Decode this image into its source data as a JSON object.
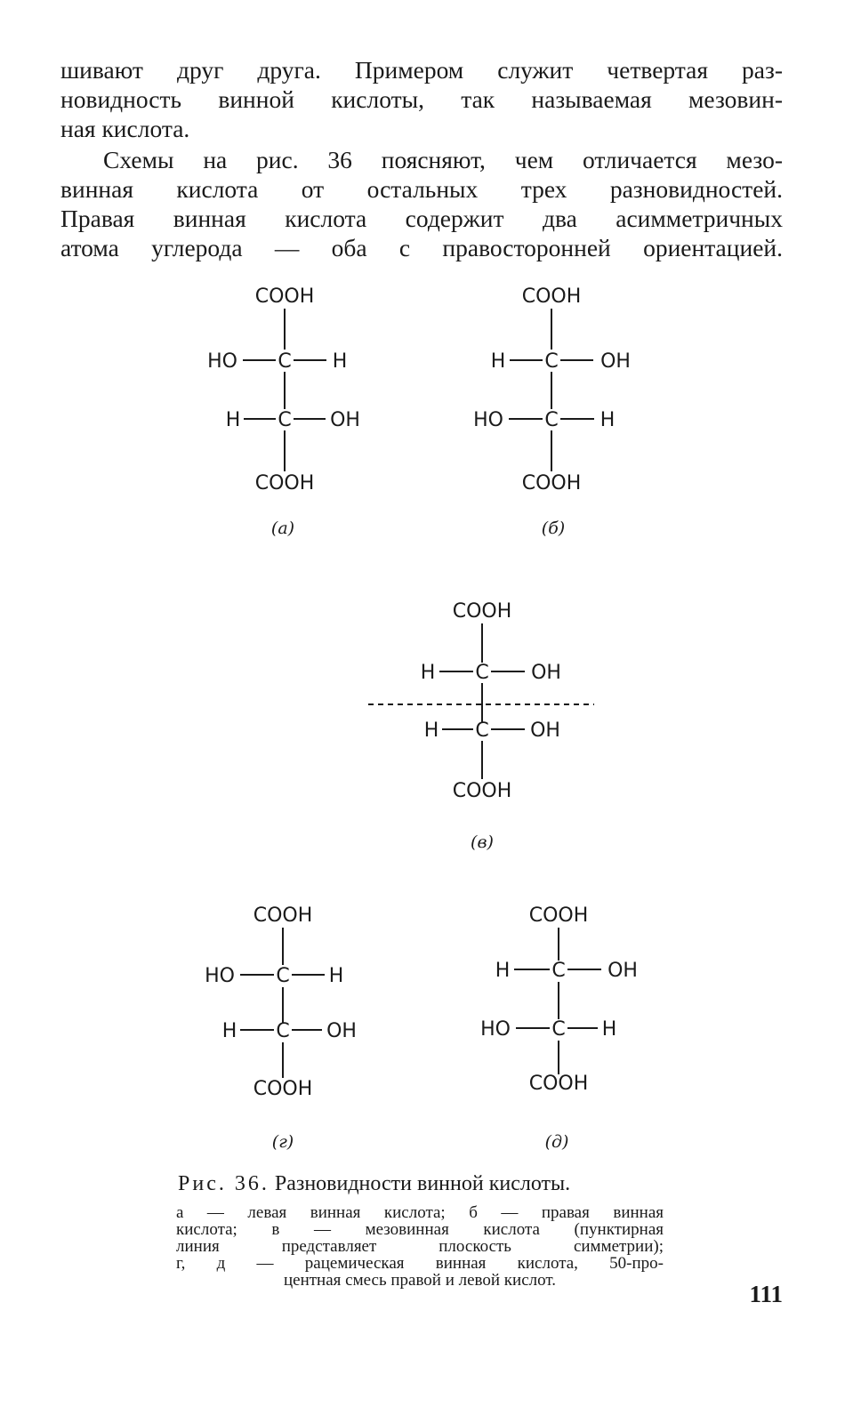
{
  "paragraph1": {
    "lines": [
      "шивают друг друга. Примером служит четвертая раз-",
      "новидность винной кислоты, так называемая мезовин-",
      "ная кислота."
    ]
  },
  "paragraph2": {
    "lines": [
      "Схемы на рис. 36 поясняют, чем отличается мезо-",
      "винная кислота от остальных трех разновидностей.",
      "Правая винная кислота содержит два асимметричных",
      "атома углерода — оба с правосторонней ориентацией."
    ]
  },
  "structures": [
    {
      "top": "COOH",
      "row1": [
        "HO",
        "C",
        "H"
      ],
      "row2": [
        "H",
        "C",
        "OH"
      ],
      "bottom": "COOH",
      "label": "(а)"
    },
    {
      "top": "COOH",
      "row1": [
        "H",
        "C",
        "OH"
      ],
      "row2": [
        "HO",
        "C",
        "H"
      ],
      "bottom": "COOH",
      "label": "(б)"
    },
    {
      "top": "COOH",
      "row1": [
        "H",
        "C",
        "OH"
      ],
      "row2": [
        "H",
        "C",
        "OH"
      ],
      "bottom": "COOH",
      "label": "(в)"
    },
    {
      "top": "COOH",
      "row1": [
        "HO",
        "C",
        "H"
      ],
      "row2": [
        "H",
        "C",
        "OH"
      ],
      "bottom": "COOH",
      "label": "(г)"
    },
    {
      "top": "COOH",
      "row1": [
        "H",
        "C",
        "OH"
      ],
      "row2": [
        "HO",
        "C",
        "H"
      ],
      "bottom": "COOH",
      "label": "(д)"
    }
  ],
  "caption": {
    "prefix": "Рис. 36.",
    "title": "Разновидности винной кислоты.",
    "lines": [
      "а — левая винная кислота; б — правая винная",
      "кислота; в — мезовинная кислота (пунктирная",
      "линия представляет плоскость симметрии);",
      "г, д — рацемическая винная кислота, 50-про-",
      "центная смесь правой и левой кислот."
    ]
  },
  "page_number": "111"
}
